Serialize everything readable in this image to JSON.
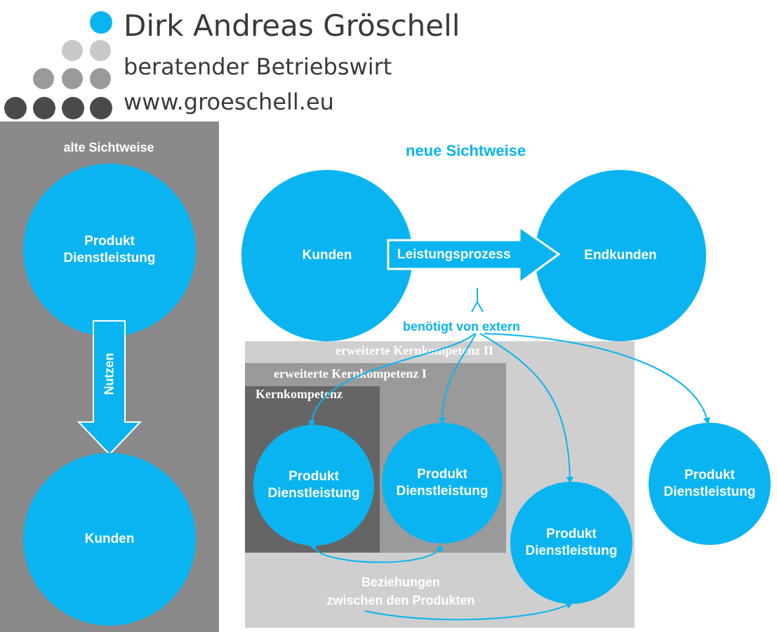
{
  "header": {
    "name": "Dirk Andreas Gröschell",
    "subtitle": "beratender Betriebswirt",
    "website": "www.groeschell.eu"
  },
  "left_panel": {
    "title": "alte Sichtweise",
    "top_circle": [
      "Produkt",
      "Dienstleistung"
    ],
    "arrow_label": "Nutzen",
    "bottom_circle": "Kunden"
  },
  "right_panel": {
    "title": "neue Sichtweise",
    "kunden": "Kunden",
    "process_arrow": "Leistungsprozess",
    "endkunden": "Endkunden",
    "external_label": "benötigt von extern",
    "zone_outer": "erweiterte Kernkompetenz II",
    "zone_middle": "erweiterte Kernkompetenz I",
    "zone_inner": "Kernkompetenz",
    "product_circles": [
      [
        "Produkt",
        "Dienstleistung"
      ],
      [
        "Produkt",
        "Dienstleistung"
      ],
      [
        "Produkt",
        "Dienstleistung"
      ],
      [
        "Produkt",
        "Dienstleistung"
      ]
    ],
    "relations_label": [
      "Beziehungen",
      "zwischen den Produkten"
    ]
  },
  "colors": {
    "accent": "#0ab4f0",
    "panel_dark": "#8a8a8a",
    "zone_light": "#cfcfcf",
    "zone_mid": "#9a9a9a",
    "zone_dark": "#656565"
  }
}
